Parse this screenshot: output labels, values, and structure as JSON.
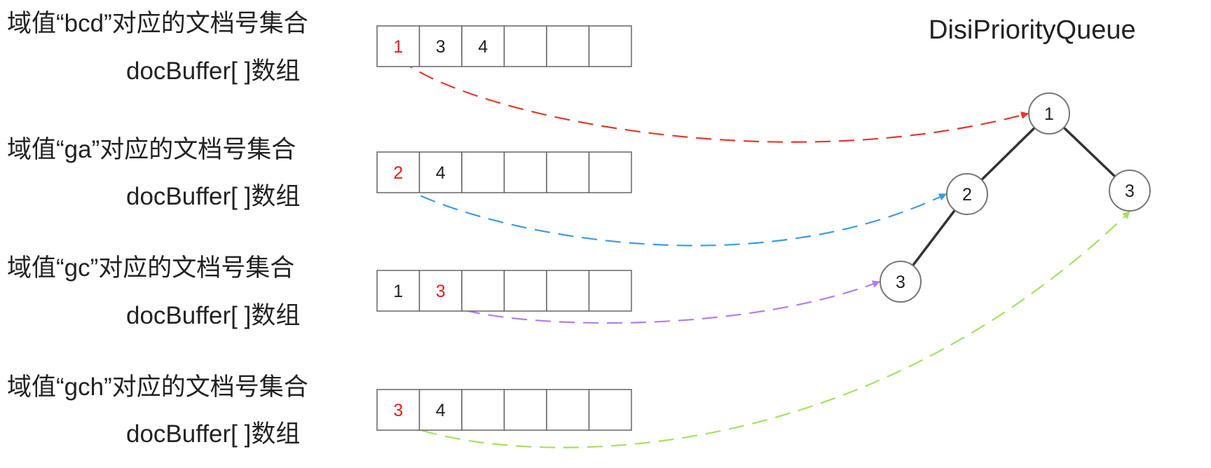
{
  "title": "DisiPriorityQueue",
  "groups": [
    {
      "label": "域值“bcd”对应的文档号集合",
      "buffer_label": "docBuffer[ ]数组",
      "cells": [
        "1",
        "3",
        "4",
        "",
        "",
        ""
      ],
      "highlight_index": 0,
      "arrow_color": "#e03a2a",
      "target_node": 0
    },
    {
      "label": "域值“ga”对应的文档号集合",
      "buffer_label": "docBuffer[ ]数组",
      "cells": [
        "2",
        "4",
        "",
        "",
        "",
        ""
      ],
      "highlight_index": 0,
      "arrow_color": "#3b9be6",
      "target_node": 1
    },
    {
      "label": "域值“gc”对应的文档号集合",
      "buffer_label": "docBuffer[ ]数组",
      "cells": [
        "1",
        "3",
        "",
        "",
        "",
        ""
      ],
      "highlight_index": 1,
      "arrow_color": "#b07df0",
      "target_node": 3
    },
    {
      "label": "域值“gch”对应的文档号集合",
      "buffer_label": "docBuffer[ ]数组",
      "cells": [
        "3",
        "4",
        "",
        "",
        "",
        ""
      ],
      "highlight_index": 0,
      "arrow_color": "#a6e060",
      "target_node": 2
    }
  ],
  "heap_nodes": [
    {
      "value": "1"
    },
    {
      "value": "2"
    },
    {
      "value": "3"
    },
    {
      "value": "3"
    }
  ],
  "heap_edges": [
    [
      0,
      1
    ],
    [
      0,
      2
    ],
    [
      1,
      3
    ]
  ],
  "colors": {
    "highlight_text": "#e02020",
    "cell_border": "#666666",
    "edge": "#333333",
    "node_border": "#777777"
  }
}
